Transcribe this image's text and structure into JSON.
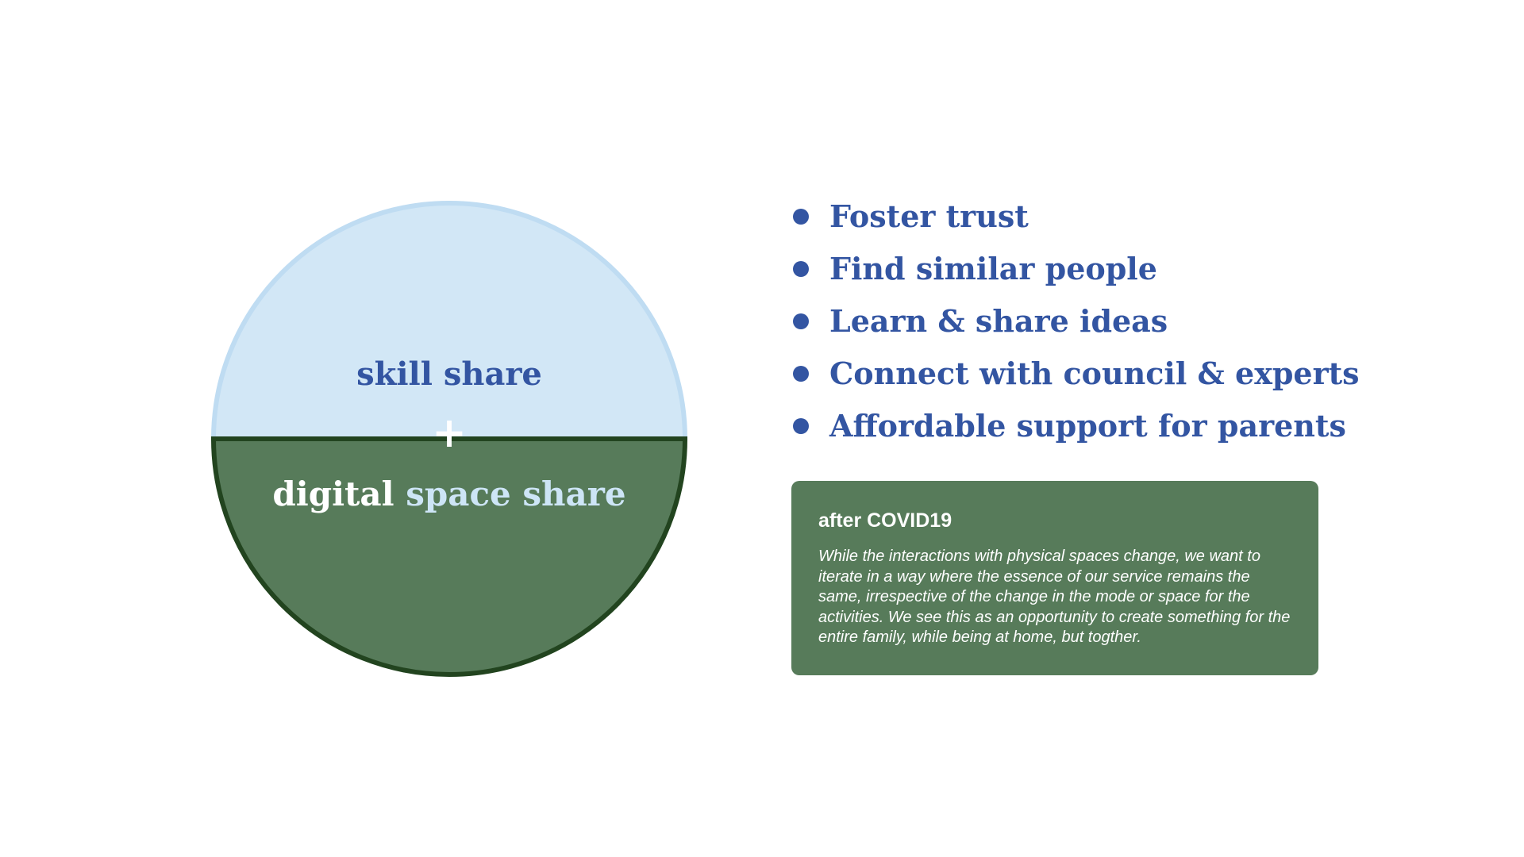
{
  "circle": {
    "top_label": "skill share",
    "plus": "+",
    "bottom_label_part1": "digital",
    "bottom_label_part2": "space share",
    "colors": {
      "top_fill": "#d2e7f6",
      "top_border": "#bfdcf2",
      "bottom_fill": "#577b5a",
      "bottom_border": "#22441f",
      "top_text": "#3355a2",
      "bottom_text": "#ffffff",
      "accent_text": "#cde5f6"
    }
  },
  "bullets": [
    "Foster trust",
    "Find similar people",
    "Learn & share ideas",
    "Connect with council & experts",
    "Affordable support for parents"
  ],
  "info_box": {
    "title": "after COVID19",
    "body": "While the interactions with physical spaces change, we want to iterate in a way where the essence of our service remains the same, irrespective of the change in the mode or space for the activities. We see this as an opportunity to create something for the entire family, while being at home, but togther."
  },
  "colors": {
    "bullet_text": "#3355a2",
    "box_fill": "#577b5a",
    "background": "#ffffff"
  }
}
